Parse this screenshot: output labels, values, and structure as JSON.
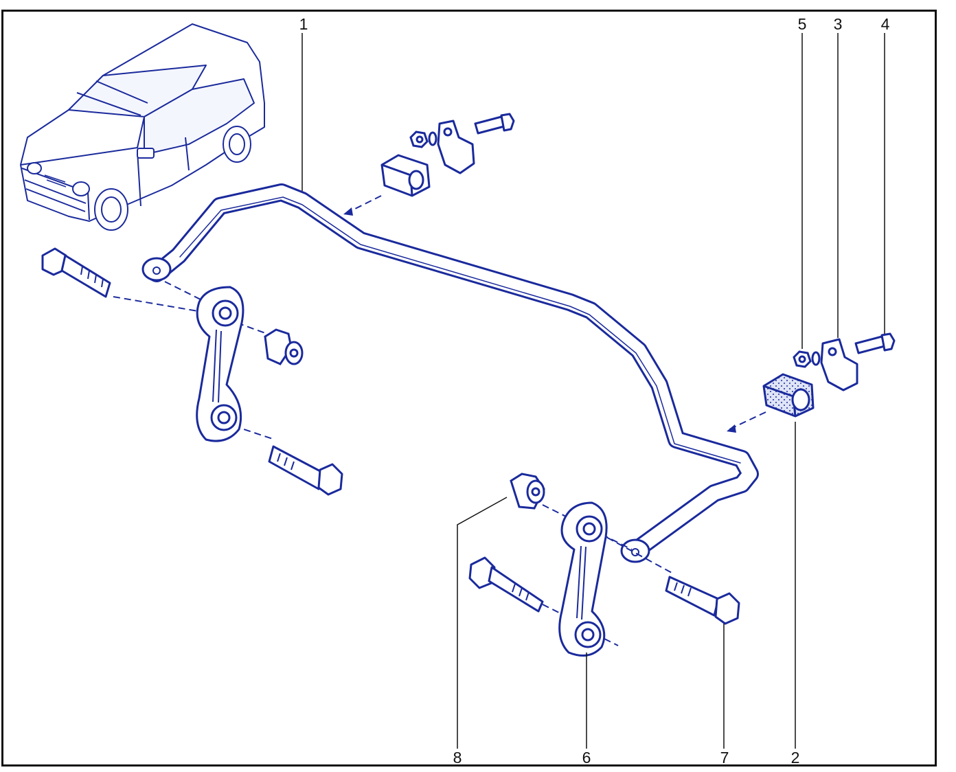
{
  "callouts": {
    "c1": "1",
    "c2": "2",
    "c3": "3",
    "c4": "4",
    "c5": "5",
    "c6": "6",
    "c7": "7",
    "c8": "8"
  },
  "colors": {
    "drawing": "#1a2a9c",
    "drawing_fill": "#eef1fb",
    "leader": "#111111",
    "frame": "#111111"
  }
}
